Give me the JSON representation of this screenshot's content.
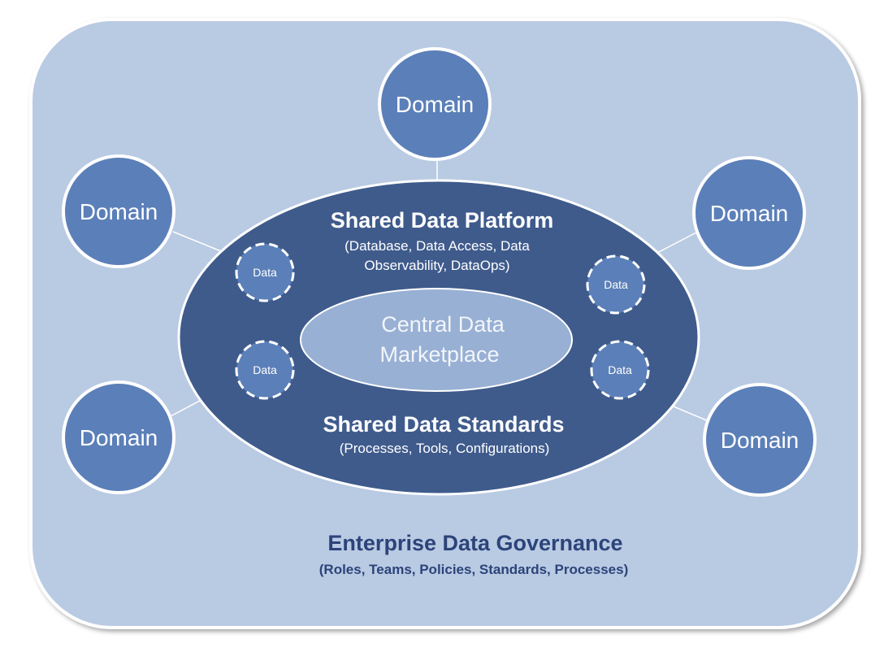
{
  "colors": {
    "outer_fill": "#b9cae3",
    "outer_stroke": "#ffffff",
    "ellipse_fill": "#3f5b8c",
    "marketplace_fill": "#98b0d4",
    "domain_fill": "#5b7fb8",
    "data_fill": "#5b7fb8",
    "connector": "#ffffff",
    "governance_text": "#2c4479"
  },
  "domains": [
    {
      "label": "Domain"
    },
    {
      "label": "Domain"
    },
    {
      "label": "Domain"
    },
    {
      "label": "Domain"
    },
    {
      "label": "Domain"
    }
  ],
  "data_nodes": [
    {
      "label": "Data"
    },
    {
      "label": "Data"
    },
    {
      "label": "Data"
    },
    {
      "label": "Data"
    }
  ],
  "platform": {
    "title": "Shared Data Platform",
    "subtitle_line1": "(Database, Data Access, Data",
    "subtitle_line2": "Observability, DataOps)"
  },
  "marketplace": {
    "line1": "Central Data",
    "line2": "Marketplace"
  },
  "standards": {
    "title": "Shared Data Standards",
    "subtitle": "(Processes, Tools, Configurations)"
  },
  "governance": {
    "title": "Enterprise Data Governance",
    "subtitle": "(Roles, Teams, Policies, Standards, Processes)"
  }
}
